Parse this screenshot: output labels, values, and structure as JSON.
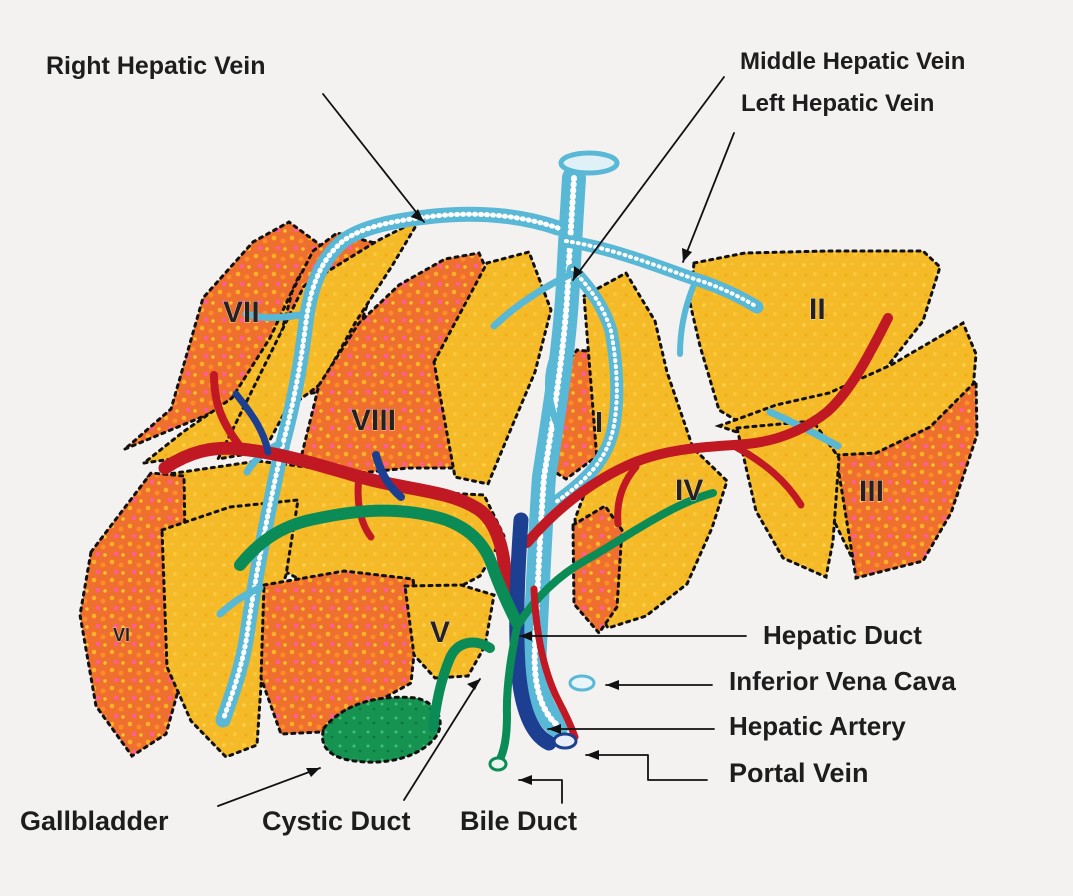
{
  "labels": {
    "right_hepatic_vein": "Right Hepatic Vein",
    "middle_hepatic_vein": "Middle Hepatic Vein",
    "left_hepatic_vein": "Left Hepatic Vein",
    "hepatic_duct": "Hepatic Duct",
    "inferior_vena_cava": "Inferior Vena Cava",
    "hepatic_artery": "Hepatic Artery",
    "portal_vein": "Portal Vein",
    "gallbladder": "Gallbladder",
    "cystic_duct": "Cystic Duct",
    "bile_duct": "Bile Duct"
  },
  "segments": {
    "i": "I",
    "ii": "II",
    "iii": "III",
    "iv": "IV",
    "v": "V",
    "vi": "VI",
    "vii": "VII",
    "viii": "VIII"
  },
  "colors": {
    "vein_blue": "#58b8d6",
    "artery_red": "#c11924",
    "duct_green": "#0b8b55",
    "portal_navy": "#1d3f91",
    "liver_orange": "#f0a224",
    "liver_gold": "#f3b51d",
    "paper": "#f3f2f0"
  },
  "icons": {
    "diagram": "liver-anatomy-illustration"
  }
}
